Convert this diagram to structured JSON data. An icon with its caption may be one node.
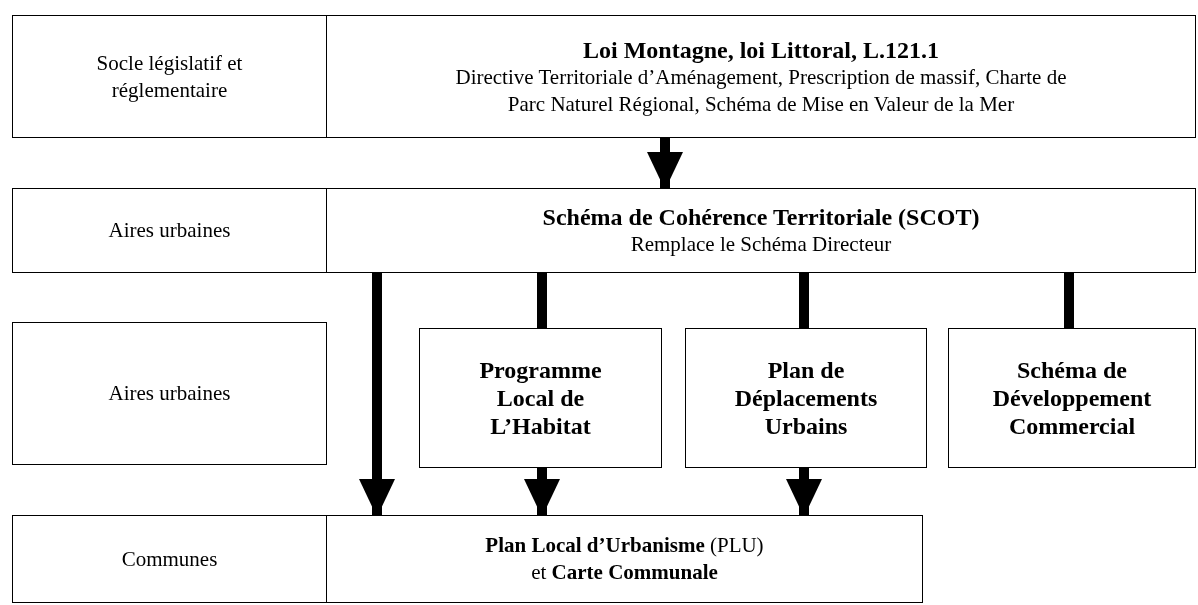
{
  "diagram": {
    "nodes": [
      {
        "text": [
          "Socle législatif et réglementaire"
        ]
      },
      {
        "text": [
          "Loi Montagne, loi Littoral, L.121.1",
          "Directive Territoriale d’Aménagement, Prescription de massif, Charte de Parc Naturel Régional, Schéma de Mise en Valeur de la Mer"
        ]
      },
      {
        "text": [
          "Aires urbaines"
        ]
      },
      {
        "text": [
          "Schéma de Cohérence Territoriale (SCOT)",
          "Remplace le Schéma Directeur"
        ]
      },
      {
        "text": [
          "Aires urbaines"
        ]
      },
      {
        "text": [
          "Programme Local de L’Habitat"
        ]
      },
      {
        "text": [
          "Plan de Déplacements Urbains"
        ]
      },
      {
        "text": [
          "Schéma de Développement Commercial"
        ]
      },
      {
        "text": [
          "Communes"
        ]
      },
      {
        "text": [
          "**Plan Local d’Urbanisme** (PLU)",
          "et **Carte Communale**"
        ]
      }
    ],
    "edges": [
      {
        "from": 1,
        "to": 3,
        "arrow": "to"
      },
      {
        "from": 3,
        "to": 9,
        "arrow": "to"
      },
      {
        "from": 3,
        "to": 5,
        "arrow": "none"
      },
      {
        "from": 3,
        "to": 6,
        "arrow": "none"
      },
      {
        "from": 3,
        "to": 7,
        "arrow": "none"
      },
      {
        "from": 5,
        "to": 9,
        "arrow": "to"
      },
      {
        "from": 6,
        "to": 9,
        "arrow": "to"
      }
    ]
  }
}
